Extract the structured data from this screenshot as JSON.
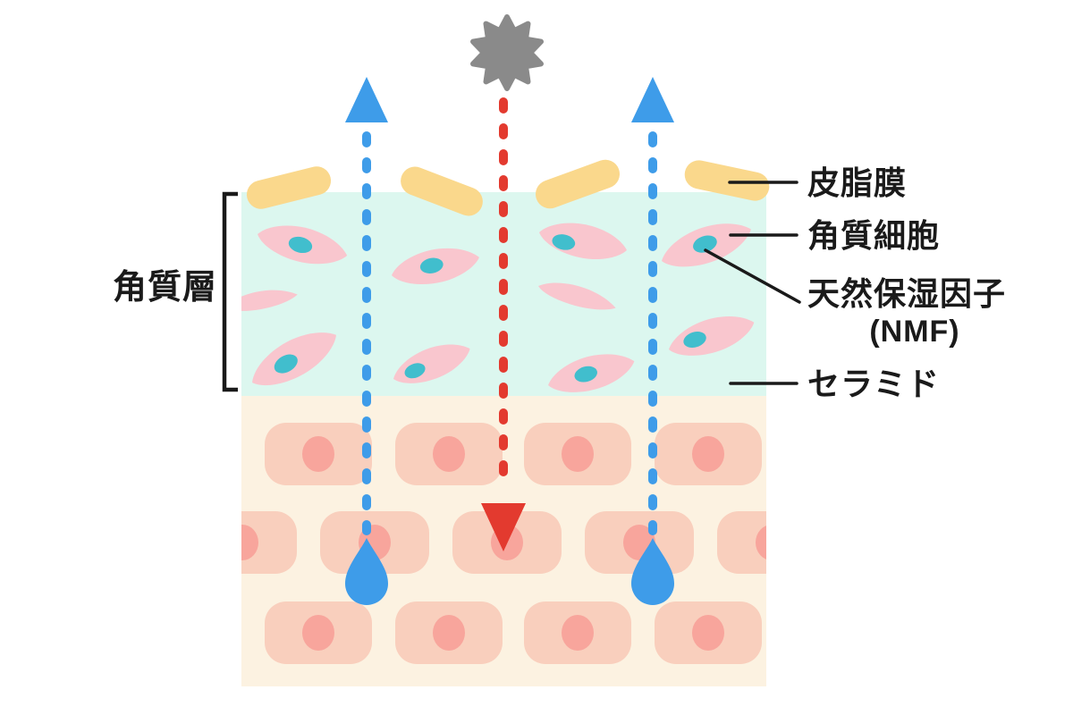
{
  "figure": {
    "kind": "skin moisture barrier diagram",
    "language": "ja"
  },
  "labels": {
    "stratum_corneum": "角質層",
    "sebum_film": "皮脂膜",
    "corneocyte": "角質細胞",
    "nmf": "天然保湿因子",
    "nmf_abbr": "(NMF)",
    "ceramide": "セラミド"
  },
  "icons": {
    "sun": "starburst-irritant-icon",
    "up_arrow": "evaporation-arrow-icon",
    "down_arrow": "penetration-arrow-icon",
    "droplet": "water-droplet-icon"
  },
  "colors": {
    "ink": "#1a1a1a",
    "mint": "#dcf7ef",
    "pinkCell": "#f9c6ce",
    "tealNucleus": "#41becd",
    "sebumYellow": "#fad88c",
    "arrowBlue": "#3e9ce9",
    "irritantRed": "#e33a2f",
    "sunGray": "#8a8a8a",
    "cream": "#fcf2e1",
    "salmonCell": "#f9cfbd",
    "salmonNucleus": "#f8a59c"
  }
}
